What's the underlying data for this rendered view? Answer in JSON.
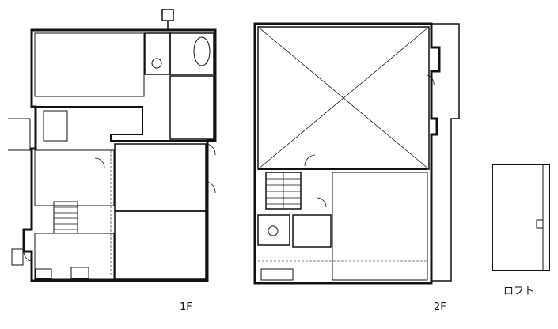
{
  "floors": {
    "first": {
      "label": "1F"
    },
    "second": {
      "label": "2F"
    },
    "loft": {
      "label": "ロフト"
    }
  },
  "colors": {
    "ink": "#111111",
    "paper": "#ffffff"
  }
}
